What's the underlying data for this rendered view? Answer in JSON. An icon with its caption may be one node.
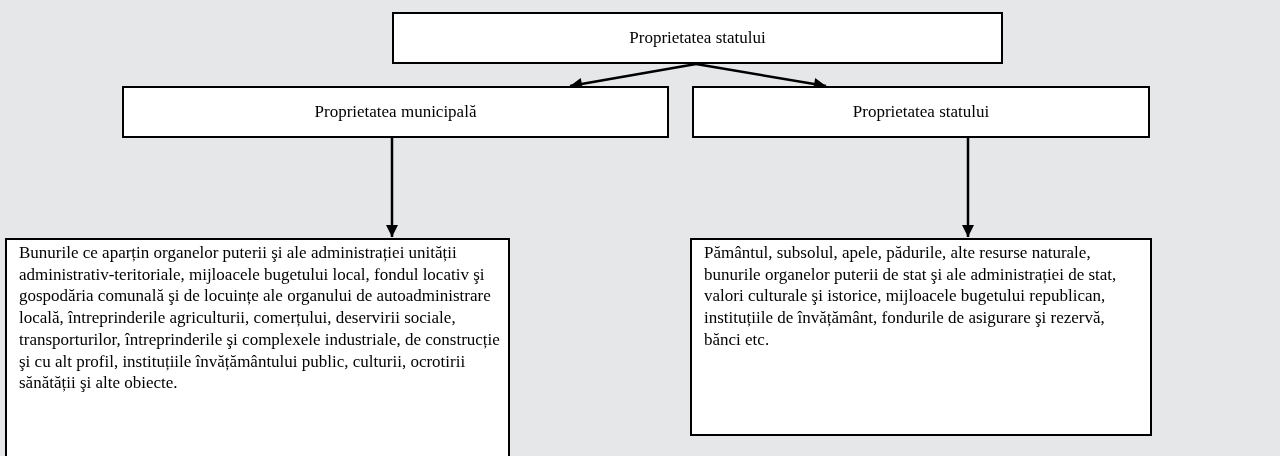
{
  "diagram": {
    "nodes": [
      {
        "text": [
          "Proprietatea statului"
        ]
      },
      {
        "text": [
          "Proprietatea municipală"
        ]
      },
      {
        "text": [
          "Proprietatea statului"
        ]
      },
      {
        "text": [
          "Bunurile ce aparțin organelor puterii şi ale administrației unității administrativ-teritoriale, mijloacele bugetului local, fondul locativ şi gospodăria comunală şi de locuințe ale organului de autoadministrare locală, întreprinderile agriculturii, comerțului, deservirii sociale, transporturilor, întreprinderile şi complexele industriale, de construcție şi cu alt profil, instituțiile învățământului public, culturii, ocrotirii sănătății şi alte obiecte."
        ]
      },
      {
        "text": [
          "Pământul, subsolul, apele, pădurile, alte resurse naturale, bunurile organelor puterii de stat şi ale administrației de stat, valori culturale şi istorice, mijloacele bugetului republican, instituțiile de învățământ, fondurile de asigurare şi rezervă, bănci etc."
        ]
      }
    ],
    "edges": [
      {
        "from": 0,
        "to": 1,
        "arrow": "to"
      },
      {
        "from": 0,
        "to": 2,
        "arrow": "to"
      },
      {
        "from": 1,
        "to": 3,
        "arrow": "to"
      },
      {
        "from": 2,
        "to": 4,
        "arrow": "to"
      }
    ]
  }
}
